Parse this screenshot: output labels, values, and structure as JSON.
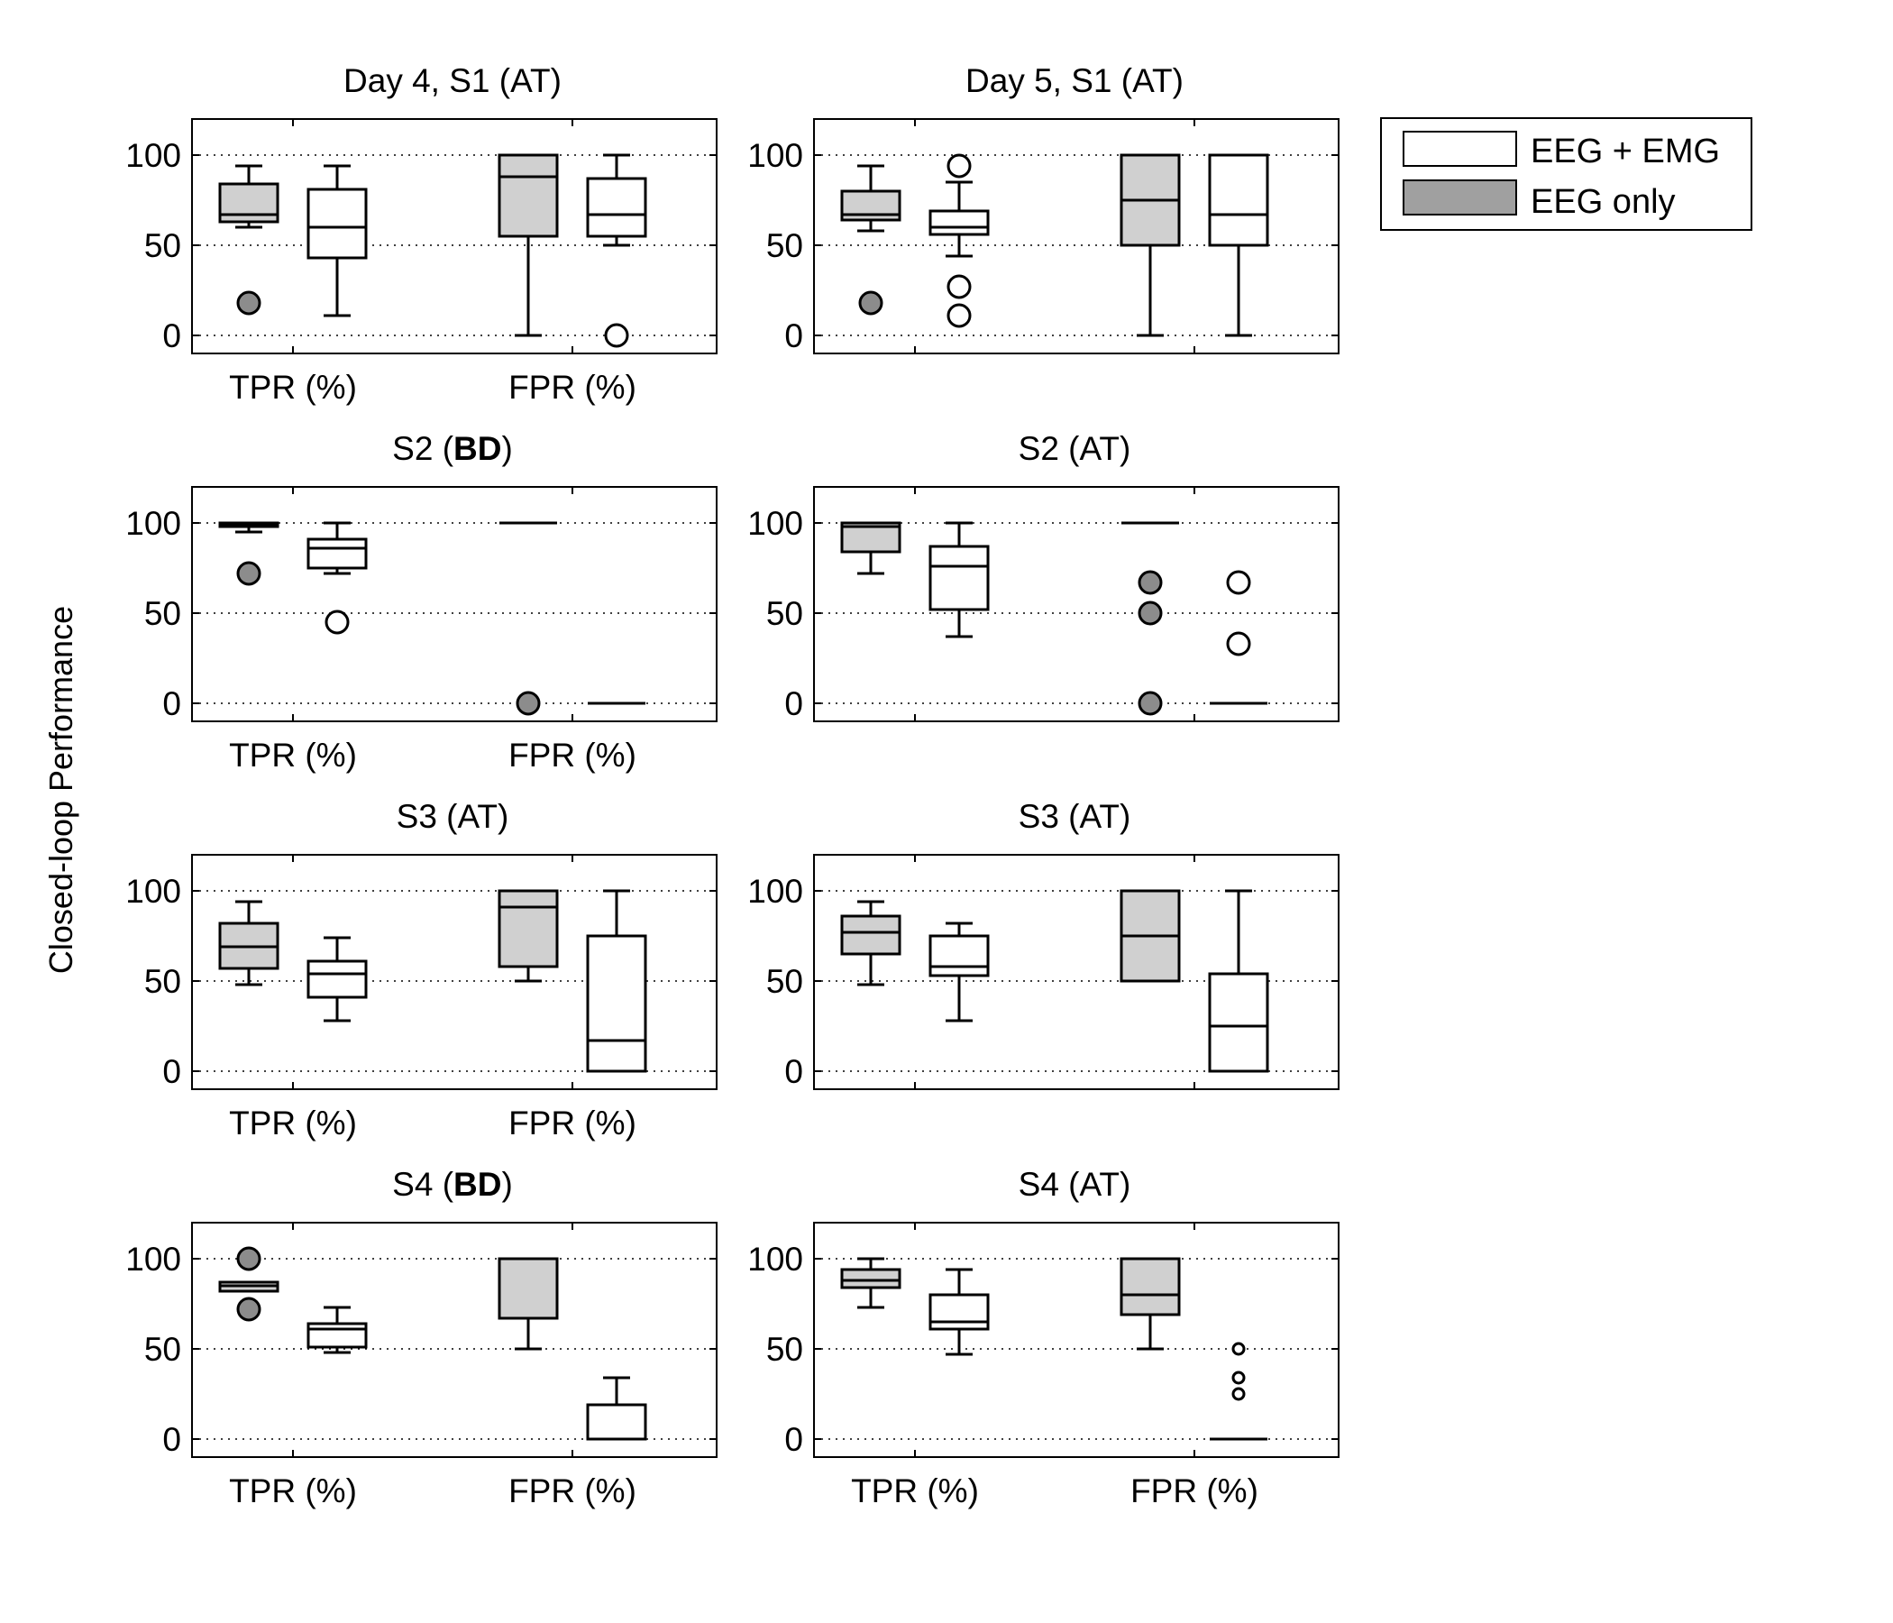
{
  "figure": {
    "ylabel": "Closed-loop Performance"
  },
  "legend": {
    "placement": "top-right",
    "entries": [
      {
        "label": "EEG + EMG",
        "color": "#ffffff"
      },
      {
        "label": "EEG only",
        "color": "#a0a0a0"
      }
    ]
  },
  "colors": {
    "eeg_only_box": "#d0d0d0",
    "eeg_only_outlier": "#8c8c8c",
    "eeg_emg_box": "#ffffff",
    "line": "#000000",
    "grid": "#000000"
  },
  "chart_data": [
    {
      "type": "box",
      "title": "Day 4, S1 (AT)",
      "title_parts": [
        {
          "text": "Day 4, S1 (AT)",
          "bold": false
        }
      ],
      "categories": [
        "TPR (%)",
        "FPR (%)"
      ],
      "show_xticklabels": true,
      "ylim": [
        -10,
        120
      ],
      "yticks": [
        0,
        50,
        100
      ],
      "grid": "y-dotted",
      "series": [
        {
          "name": "EEG only",
          "boxes": [
            {
              "category": "TPR (%)",
              "whisker_low": 60,
              "q1": 63,
              "median": 67,
              "q3": 84,
              "whisker_high": 94,
              "outliers": [
                18
              ],
              "outlier_size": "large"
            },
            {
              "category": "FPR (%)",
              "whisker_low": 0,
              "q1": 55,
              "median": 88,
              "q3": 100,
              "whisker_high": 100,
              "outliers": [],
              "outlier_size": "large"
            }
          ]
        },
        {
          "name": "EEG + EMG",
          "boxes": [
            {
              "category": "TPR (%)",
              "whisker_low": 11,
              "q1": 43,
              "median": 60,
              "q3": 81,
              "whisker_high": 94,
              "outliers": [],
              "outlier_size": "large"
            },
            {
              "category": "FPR (%)",
              "whisker_low": 50,
              "q1": 55,
              "median": 67,
              "q3": 87,
              "whisker_high": 100,
              "outliers": [
                0
              ],
              "outlier_size": "large"
            }
          ]
        }
      ]
    },
    {
      "type": "box",
      "title": "Day 5, S1 (AT)",
      "title_parts": [
        {
          "text": "Day 5, S1 (AT)",
          "bold": false
        }
      ],
      "categories": [
        "TPR (%)",
        "FPR (%)"
      ],
      "show_xticklabels": false,
      "ylim": [
        -10,
        120
      ],
      "yticks": [
        0,
        50,
        100
      ],
      "grid": "y-dotted",
      "series": [
        {
          "name": "EEG only",
          "boxes": [
            {
              "category": "TPR (%)",
              "whisker_low": 58,
              "q1": 64,
              "median": 67,
              "q3": 80,
              "whisker_high": 94,
              "outliers": [
                18
              ],
              "outlier_size": "large"
            },
            {
              "category": "FPR (%)",
              "whisker_low": 0,
              "q1": 50,
              "median": 75,
              "q3": 100,
              "whisker_high": 100,
              "outliers": [],
              "outlier_size": "large"
            }
          ]
        },
        {
          "name": "EEG + EMG",
          "boxes": [
            {
              "category": "TPR (%)",
              "whisker_low": 44,
              "q1": 56,
              "median": 60,
              "q3": 69,
              "whisker_high": 85,
              "outliers": [
                94,
                27,
                11
              ],
              "outlier_size": "large"
            },
            {
              "category": "FPR (%)",
              "whisker_low": 0,
              "q1": 50,
              "median": 67,
              "q3": 100,
              "whisker_high": 100,
              "outliers": [],
              "outlier_size": "large"
            }
          ]
        }
      ]
    },
    {
      "type": "box",
      "title": "S2 (BD)",
      "title_parts": [
        {
          "text": "S2 (",
          "bold": false
        },
        {
          "text": "BD",
          "bold": true
        },
        {
          "text": ")",
          "bold": false
        }
      ],
      "categories": [
        "TPR (%)",
        "FPR (%)"
      ],
      "show_xticklabels": true,
      "ylim": [
        -10,
        120
      ],
      "yticks": [
        0,
        50,
        100
      ],
      "grid": "y-dotted",
      "series": [
        {
          "name": "EEG only",
          "boxes": [
            {
              "category": "TPR (%)",
              "whisker_low": 95,
              "q1": 98,
              "median": 99,
              "q3": 100,
              "whisker_high": 100,
              "outliers": [
                72
              ],
              "outlier_size": "large"
            },
            {
              "category": "FPR (%)",
              "whisker_low": 100,
              "q1": 100,
              "median": 100,
              "q3": 100,
              "whisker_high": 100,
              "outliers": [
                0
              ],
              "outlier_size": "large"
            }
          ]
        },
        {
          "name": "EEG + EMG",
          "boxes": [
            {
              "category": "TPR (%)",
              "whisker_low": 72,
              "q1": 75,
              "median": 86,
              "q3": 91,
              "whisker_high": 100,
              "outliers": [
                45
              ],
              "outlier_size": "large"
            },
            {
              "category": "FPR (%)",
              "whisker_low": 0,
              "q1": 0,
              "median": 0,
              "q3": 0,
              "whisker_high": 0,
              "outliers": [],
              "outlier_size": "large"
            }
          ]
        }
      ]
    },
    {
      "type": "box",
      "title": "S2 (AT)",
      "title_parts": [
        {
          "text": "S2 (AT)",
          "bold": false
        }
      ],
      "categories": [
        "TPR (%)",
        "FPR (%)"
      ],
      "show_xticklabels": false,
      "ylim": [
        -10,
        120
      ],
      "yticks": [
        0,
        50,
        100
      ],
      "grid": "y-dotted",
      "series": [
        {
          "name": "EEG only",
          "boxes": [
            {
              "category": "TPR (%)",
              "whisker_low": 72,
              "q1": 84,
              "median": 98,
              "q3": 100,
              "whisker_high": 100,
              "outliers": [],
              "outlier_size": "large"
            },
            {
              "category": "FPR (%)",
              "whisker_low": 100,
              "q1": 100,
              "median": 100,
              "q3": 100,
              "whisker_high": 100,
              "outliers": [
                67,
                50,
                0
              ],
              "outlier_size": "large"
            }
          ]
        },
        {
          "name": "EEG + EMG",
          "boxes": [
            {
              "category": "TPR (%)",
              "whisker_low": 37,
              "q1": 52,
              "median": 76,
              "q3": 87,
              "whisker_high": 100,
              "outliers": [],
              "outlier_size": "large"
            },
            {
              "category": "FPR (%)",
              "whisker_low": 0,
              "q1": 0,
              "median": 0,
              "q3": 0,
              "whisker_high": 0,
              "outliers": [
                67,
                33
              ],
              "outlier_size": "large"
            }
          ]
        }
      ]
    },
    {
      "type": "box",
      "title": "S3 (AT)",
      "title_parts": [
        {
          "text": "S3 (AT)",
          "bold": false
        }
      ],
      "categories": [
        "TPR (%)",
        "FPR (%)"
      ],
      "show_xticklabels": true,
      "ylim": [
        -10,
        120
      ],
      "yticks": [
        0,
        50,
        100
      ],
      "grid": "y-dotted",
      "series": [
        {
          "name": "EEG only",
          "boxes": [
            {
              "category": "TPR (%)",
              "whisker_low": 48,
              "q1": 57,
              "median": 69,
              "q3": 82,
              "whisker_high": 94,
              "outliers": [],
              "outlier_size": "large"
            },
            {
              "category": "FPR (%)",
              "whisker_low": 50,
              "q1": 58,
              "median": 91,
              "q3": 100,
              "whisker_high": 100,
              "outliers": [],
              "outlier_size": "large"
            }
          ]
        },
        {
          "name": "EEG + EMG",
          "boxes": [
            {
              "category": "TPR (%)",
              "whisker_low": 28,
              "q1": 41,
              "median": 54,
              "q3": 61,
              "whisker_high": 74,
              "outliers": [],
              "outlier_size": "large"
            },
            {
              "category": "FPR (%)",
              "whisker_low": 0,
              "q1": 0,
              "median": 17,
              "q3": 75,
              "whisker_high": 100,
              "outliers": [],
              "outlier_size": "large"
            }
          ]
        }
      ]
    },
    {
      "type": "box",
      "title": "S3 (AT)",
      "title_parts": [
        {
          "text": "S3 (AT)",
          "bold": false
        }
      ],
      "categories": [
        "TPR (%)",
        "FPR (%)"
      ],
      "show_xticklabels": false,
      "ylim": [
        -10,
        120
      ],
      "yticks": [
        0,
        50,
        100
      ],
      "grid": "y-dotted",
      "series": [
        {
          "name": "EEG only",
          "boxes": [
            {
              "category": "TPR (%)",
              "whisker_low": 48,
              "q1": 65,
              "median": 77,
              "q3": 86,
              "whisker_high": 94,
              "outliers": [],
              "outlier_size": "large"
            },
            {
              "category": "FPR (%)",
              "whisker_low": 50,
              "q1": 50,
              "median": 75,
              "q3": 100,
              "whisker_high": 100,
              "outliers": [],
              "outlier_size": "large"
            }
          ]
        },
        {
          "name": "EEG + EMG",
          "boxes": [
            {
              "category": "TPR (%)",
              "whisker_low": 28,
              "q1": 53,
              "median": 58,
              "q3": 75,
              "whisker_high": 82,
              "outliers": [],
              "outlier_size": "large"
            },
            {
              "category": "FPR (%)",
              "whisker_low": 0,
              "q1": 0,
              "median": 25,
              "q3": 54,
              "whisker_high": 100,
              "outliers": [],
              "outlier_size": "large"
            }
          ]
        }
      ]
    },
    {
      "type": "box",
      "title": "S4 (BD)",
      "title_parts": [
        {
          "text": "S4 (",
          "bold": false
        },
        {
          "text": "BD",
          "bold": true
        },
        {
          "text": ")",
          "bold": false
        }
      ],
      "categories": [
        "TPR (%)",
        "FPR (%)"
      ],
      "show_xticklabels": true,
      "ylim": [
        -10,
        120
      ],
      "yticks": [
        0,
        50,
        100
      ],
      "grid": "y-dotted",
      "series": [
        {
          "name": "EEG only",
          "boxes": [
            {
              "category": "TPR (%)",
              "whisker_low": 82,
              "q1": 82,
              "median": 85,
              "q3": 87,
              "whisker_high": 87,
              "outliers": [
                100,
                72
              ],
              "outlier_size": "large"
            },
            {
              "category": "FPR (%)",
              "whisker_low": 50,
              "q1": 67,
              "median": 100,
              "q3": 100,
              "whisker_high": 100,
              "outliers": [],
              "outlier_size": "large"
            }
          ]
        },
        {
          "name": "EEG + EMG",
          "boxes": [
            {
              "category": "TPR (%)",
              "whisker_low": 48,
              "q1": 51,
              "median": 61,
              "q3": 64,
              "whisker_high": 73,
              "outliers": [],
              "outlier_size": "large"
            },
            {
              "category": "FPR (%)",
              "whisker_low": 0,
              "q1": 0,
              "median": 0,
              "q3": 19,
              "whisker_high": 34,
              "outliers": [],
              "outlier_size": "large"
            }
          ]
        }
      ]
    },
    {
      "type": "box",
      "title": "S4 (AT)",
      "title_parts": [
        {
          "text": "S4 (AT)",
          "bold": false
        }
      ],
      "categories": [
        "TPR (%)",
        "FPR (%)"
      ],
      "show_xticklabels": true,
      "ylim": [
        -10,
        120
      ],
      "yticks": [
        0,
        50,
        100
      ],
      "grid": "y-dotted",
      "series": [
        {
          "name": "EEG only",
          "boxes": [
            {
              "category": "TPR (%)",
              "whisker_low": 73,
              "q1": 84,
              "median": 88,
              "q3": 94,
              "whisker_high": 100,
              "outliers": [],
              "outlier_size": "large"
            },
            {
              "category": "FPR (%)",
              "whisker_low": 50,
              "q1": 69,
              "median": 80,
              "q3": 100,
              "whisker_high": 100,
              "outliers": [],
              "outlier_size": "large"
            }
          ]
        },
        {
          "name": "EEG + EMG",
          "boxes": [
            {
              "category": "TPR (%)",
              "whisker_low": 47,
              "q1": 61,
              "median": 65,
              "q3": 80,
              "whisker_high": 94,
              "outliers": [],
              "outlier_size": "large"
            },
            {
              "category": "FPR (%)",
              "whisker_low": 0,
              "q1": 0,
              "median": 0,
              "q3": 0,
              "whisker_high": 0,
              "outliers": [
                50,
                34,
                25
              ],
              "outlier_size": "small"
            }
          ]
        }
      ]
    }
  ]
}
